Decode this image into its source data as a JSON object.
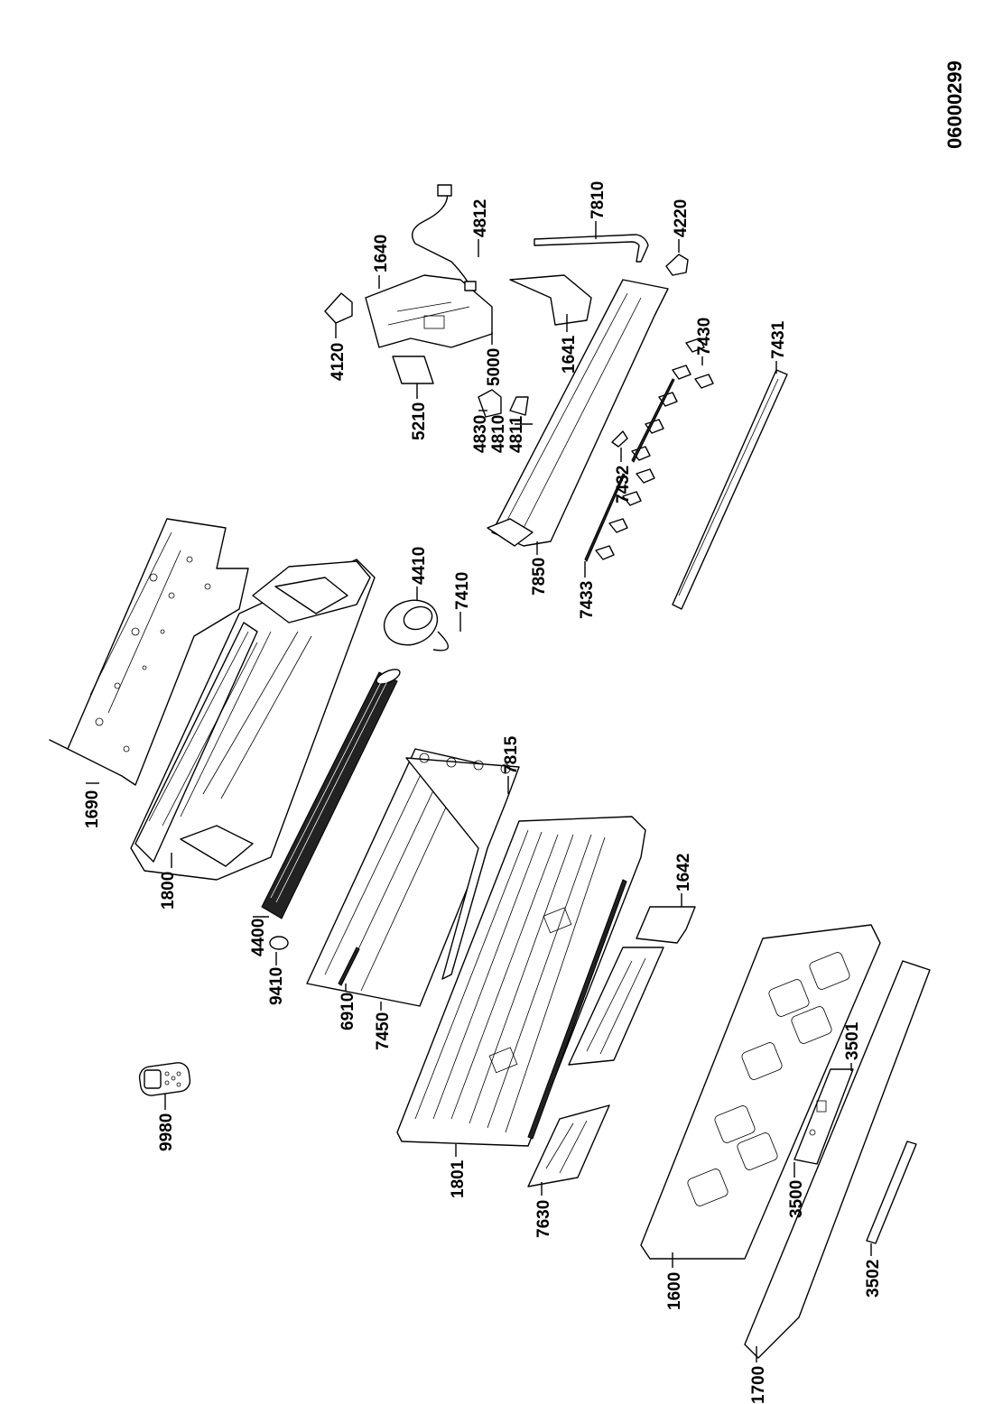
{
  "document_id": "06000299",
  "part_labels": {
    "p1690": "1690",
    "p1800": "1800",
    "p4400": "4400",
    "p4410": "4410",
    "p7410": "7410",
    "p7815": "7815",
    "p9410": "9410",
    "p6910": "6910",
    "p7450": "7450",
    "p9980": "9980",
    "p1801": "1801",
    "p7630": "7630",
    "p1642": "1642",
    "p1600": "1600",
    "p1700": "1700",
    "p3500": "3500",
    "p3501": "3501",
    "p3502": "3502",
    "p4120": "4120",
    "p1640": "1640",
    "p4812": "4812",
    "p7810": "7810",
    "p4220": "4220",
    "p5000": "5000",
    "p5210": "5210",
    "p4830": "4830",
    "p4810": "4810",
    "p4811": "4811",
    "p1641": "1641",
    "p7430": "7430",
    "p7431": "7431",
    "p7432": "7432",
    "p7433": "7433",
    "p7850": "7850"
  }
}
